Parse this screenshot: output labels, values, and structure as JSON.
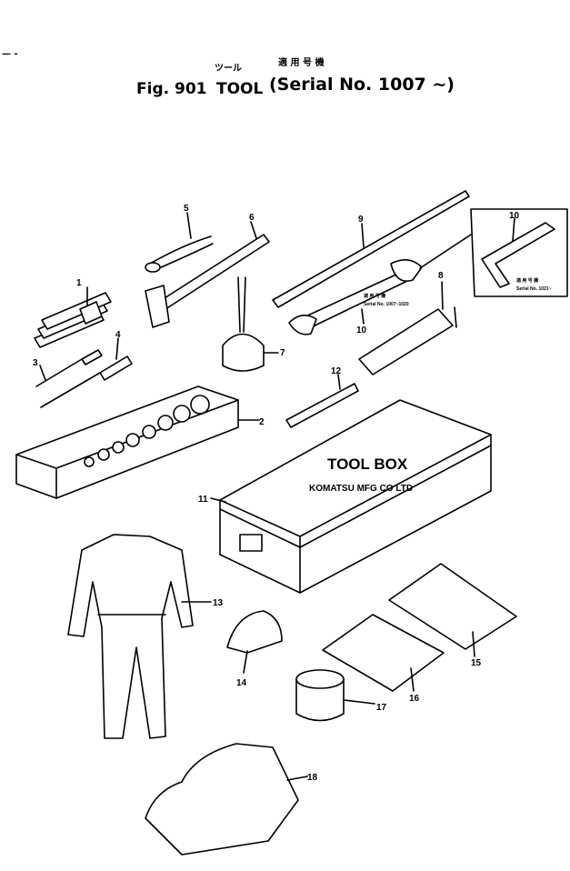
{
  "header": {
    "corner_mark": "— -",
    "fig_label": "Fig. 901",
    "title_jp": "ツール",
    "title_en": "TOOL",
    "applicable_jp": "適 用 号 機",
    "serial": "(Serial No. 1007 ~)"
  },
  "toolbox_lettering": {
    "line1": "TOOL   BOX",
    "line2": "KOMATSU MFG CO LTD"
  },
  "notes": {
    "wrench_jp": "適 用 号 機",
    "wrench_serial": "Serial No. 1007~1020",
    "hexkey_jp": "適 用 号 機",
    "hexkey_serial": "Serial No. 1021~"
  },
  "callouts": [
    "1",
    "2",
    "3",
    "4",
    "5",
    "6",
    "7",
    "8",
    "9",
    "10",
    "10",
    "11",
    "12",
    "13",
    "14",
    "15",
    "16",
    "17",
    "18"
  ]
}
